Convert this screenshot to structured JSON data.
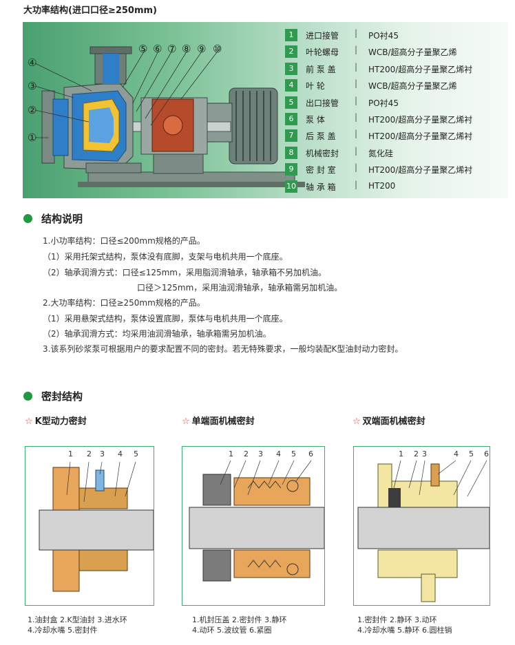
{
  "page_title": "大功率结构(进口口径≥250mm)",
  "callouts": [
    "①",
    "②",
    "③",
    "④",
    "⑤",
    "⑥",
    "⑦",
    "⑧",
    "⑨",
    "⑩"
  ],
  "parts": [
    {
      "num": "1",
      "name": "进口接管",
      "material": "PO衬45"
    },
    {
      "num": "2",
      "name": "叶轮螺母",
      "material": "WCB/超高分子量聚乙烯"
    },
    {
      "num": "3",
      "name": "前 泵 盖",
      "material": "HT200/超高分子量聚乙烯衬"
    },
    {
      "num": "4",
      "name": "叶     轮",
      "material": "WCB/超高分子量聚乙烯"
    },
    {
      "num": "5",
      "name": "出口接管",
      "material": "PO衬45"
    },
    {
      "num": "6",
      "name": "泵     体",
      "material": "HT200/超高分子量聚乙烯衬"
    },
    {
      "num": "7",
      "name": "后 泵 盖",
      "material": "HT200/超高分子量聚乙烯衬"
    },
    {
      "num": "8",
      "name": "机械密封",
      "material": "氮化硅"
    },
    {
      "num": "9",
      "name": "密 封 室",
      "material": "HT200/超高分子量聚乙烯衬"
    },
    {
      "num": "10",
      "name": "轴 承 箱",
      "material": "HT200"
    }
  ],
  "separator": "|",
  "structure": {
    "heading": "结构说明",
    "lines": [
      "1.小功率结构：口径≤200mm规格的产品。",
      "（1）采用托架式结构，泵体没有底脚，支架与电机共用一个底座。",
      "（2）轴承润滑方式：口径≤125mm，采用脂润滑轴承，轴承箱不另加机油。",
      "口径＞125mm，采用油润滑轴承，轴承箱需另加机油。",
      "2.大功率结构：口径≥250mm规格的产品。",
      "（1）采用悬架式结构，泵体设置底脚，泵体与电机共用一个底座。",
      "（2）轴承润滑方式：均采用油润滑轴承，轴承箱需另加机油。",
      "3.该系列砂浆泵可根据用户的要求配置不同的密封。若无特殊要求，一般均装配K型油封动力密封。"
    ]
  },
  "seals": {
    "heading": "密封结构",
    "star": "☆",
    "k_type": {
      "title": "K型动力密封",
      "labels": [
        "1",
        "2",
        "3",
        "4",
        "5"
      ],
      "caption_line1": "1.油封盒  2.K型油封  3.进水环",
      "caption_line2": "4.冷却水嘴     5.密封件"
    },
    "single": {
      "title": "单端面机械密封",
      "labels": [
        "1",
        "2",
        "3",
        "4",
        "5",
        "6"
      ],
      "caption_line1": "1.机封压盖  2.密封件     3.静环",
      "caption_line2": "4.动环        5.波纹管     6.紧圈"
    },
    "double": {
      "title": "双端面机械密封",
      "labels": [
        "1",
        "2",
        "3",
        "4",
        "5",
        "6"
      ],
      "caption_line1": "1.密封件        2.静环           3.动环",
      "caption_line2": "4.冷却水嘴     5.静环           6.圆柱销"
    }
  }
}
